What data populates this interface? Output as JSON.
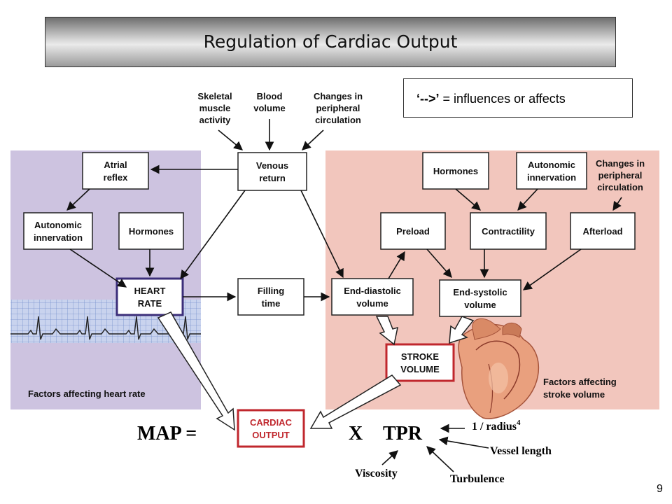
{
  "title": "Regulation of Cardiac Output",
  "legend": {
    "arrow": "‘-->’",
    "text": " = influences or affects"
  },
  "slide_number": "9",
  "top_inputs": {
    "skeletal": [
      "Skeletal",
      "muscle",
      "activity"
    ],
    "blood": [
      "Blood",
      "volume"
    ],
    "peripheral": [
      "Changes in",
      "peripheral",
      "circulation"
    ]
  },
  "nodes": {
    "venous_return": [
      "Venous",
      "return"
    ],
    "atrial_reflex": [
      "Atrial",
      "reflex"
    ],
    "autonomic_left": [
      "Autonomic",
      "innervation"
    ],
    "hormones_left": [
      "Hormones"
    ],
    "heart_rate": [
      "HEART",
      "RATE"
    ],
    "filling_time": [
      "Filling",
      "time"
    ],
    "end_diastolic": [
      "End-diastolic",
      "volume"
    ],
    "hormones_right": [
      "Hormones"
    ],
    "autonomic_right": [
      "Autonomic",
      "innervation"
    ],
    "peripheral_right": [
      "Changes in",
      "peripheral",
      "circulation"
    ],
    "preload": [
      "Preload"
    ],
    "contractility": [
      "Contractility"
    ],
    "afterload": [
      "Afterload"
    ],
    "end_systolic": [
      "End-systolic",
      "volume"
    ],
    "stroke_volume": [
      "STROKE",
      "VOLUME"
    ],
    "cardiac_output": [
      "CARDIAC",
      "OUTPUT"
    ]
  },
  "panels": {
    "heart_rate_caption": "Factors affecting heart rate",
    "stroke_volume_caption": [
      "Factors affecting",
      "stroke volume"
    ]
  },
  "equation": {
    "map": "MAP =",
    "x": "X",
    "tpr": "TPR"
  },
  "tpr_factors": {
    "radius": "1 / radius",
    "radius_exp": "4",
    "vessel_length": "Vessel length",
    "viscosity": "Viscosity",
    "turbulence": "Turbulence"
  },
  "colors": {
    "left_panel": "#cdc3e0",
    "right_panel": "#f2c6bd",
    "heart_rate_border": "#3c2f7a",
    "red_accent": "#c0272d",
    "ecg_grid": "#4a68b0"
  }
}
